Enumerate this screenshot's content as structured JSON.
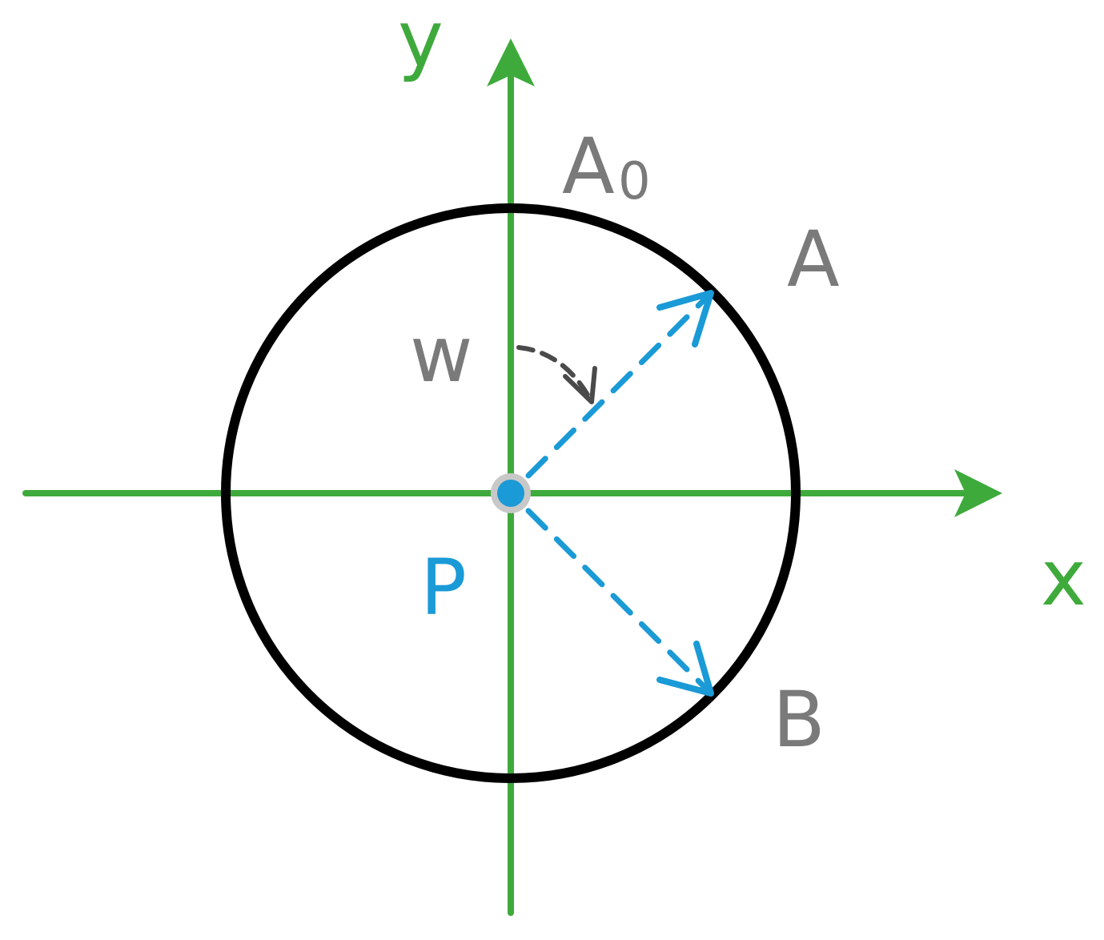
{
  "labels": {
    "y_axis": "y",
    "x_axis": "x",
    "a0_main": "A",
    "a0_sub": "0",
    "a": "A",
    "b": "B",
    "w": "w",
    "p": "P"
  },
  "colors": {
    "axis": "#3faa3c",
    "circle": "#000000",
    "vector": "#1a9ad6",
    "text_gray": "#7a7a7a",
    "arc": "#4a4a4a",
    "center_ring": "#c8c8c8"
  }
}
